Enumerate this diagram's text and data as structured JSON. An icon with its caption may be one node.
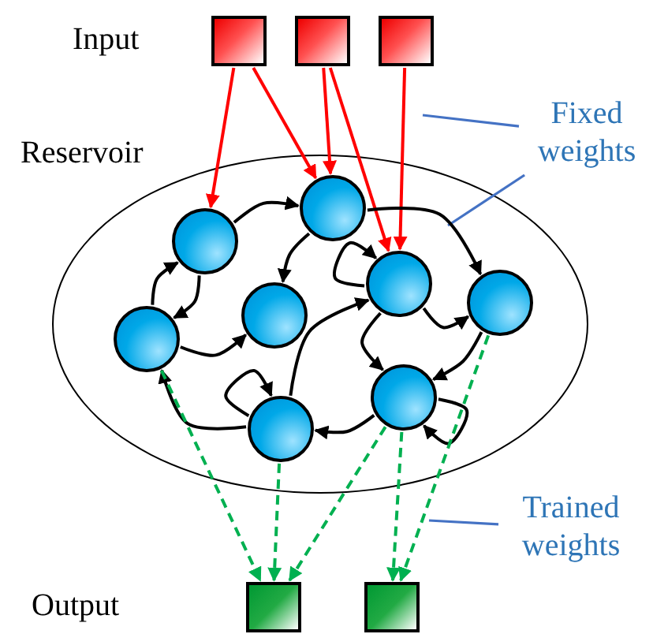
{
  "diagram": {
    "nodes": [
      {
        "text": [],
        "shape": "box"
      },
      {
        "text": [],
        "shape": "box"
      },
      {
        "text": [],
        "shape": "box"
      },
      {
        "text": [
          "Fixed weights"
        ]
      },
      {
        "text": [
          "Reservoir"
        ]
      },
      {
        "text": [],
        "shape": "circle",
        "in": 4
      },
      {
        "text": [],
        "shape": "circle",
        "in": 4
      },
      {
        "text": [],
        "shape": "circle",
        "in": 4
      },
      {
        "text": [],
        "shape": "circle",
        "in": 4
      },
      {
        "text": [],
        "shape": "circle",
        "in": 4
      },
      {
        "text": [],
        "shape": "circle",
        "in": 4
      },
      {
        "text": [],
        "shape": "circle",
        "in": 4
      },
      {
        "text": [],
        "shape": "circle",
        "in": 4
      },
      {
        "text": [
          "Trained weights"
        ]
      },
      {
        "text": [],
        "shape": "box"
      },
      {
        "text": [],
        "shape": "box"
      }
    ],
    "edges": [
      {
        "from": 0,
        "to": 5,
        "arrow": "to",
        "color": "#ff0000"
      },
      {
        "from": 0,
        "to": 6,
        "arrow": "to",
        "color": "#ff0000"
      },
      {
        "from": 1,
        "to": 6,
        "arrow": "to",
        "color": "#ff0000"
      },
      {
        "from": 1,
        "to": 8,
        "arrow": "to",
        "color": "#ff0000"
      },
      {
        "from": 2,
        "to": 8,
        "arrow": "to",
        "color": "#ff0000"
      },
      {
        "from": 3,
        "to": null,
        "arrow": "none",
        "color": "#4472c4"
      },
      {
        "from": 3,
        "to": null,
        "arrow": "none",
        "color": "#4472c4"
      },
      {
        "from": 5,
        "to": 6,
        "arrow": "to"
      },
      {
        "from": 6,
        "to": 9,
        "arrow": "to"
      },
      {
        "from": 6,
        "to": 7,
        "arrow": "to"
      },
      {
        "from": 8,
        "to": 8,
        "arrow": "to"
      },
      {
        "from": 10,
        "to": 5,
        "arrow": "to"
      },
      {
        "from": 5,
        "to": 10,
        "arrow": "to"
      },
      {
        "from": 10,
        "to": 7,
        "arrow": "to"
      },
      {
        "from": 11,
        "to": 11,
        "arrow": "to"
      },
      {
        "from": 11,
        "to": 10,
        "arrow": "to"
      },
      {
        "from": 11,
        "to": 8,
        "arrow": "to"
      },
      {
        "from": 8,
        "to": 12,
        "arrow": "to"
      },
      {
        "from": 8,
        "to": 9,
        "arrow": "to"
      },
      {
        "from": 9,
        "to": 12,
        "arrow": "to"
      },
      {
        "from": 12,
        "to": 11,
        "arrow": "to"
      },
      {
        "from": 12,
        "to": 12,
        "arrow": "to"
      },
      {
        "from": 10,
        "to": 14,
        "arrow": "to",
        "style": "dashed",
        "color": "#00b050"
      },
      {
        "from": 11,
        "to": 14,
        "arrow": "to",
        "style": "dashed",
        "color": "#00b050"
      },
      {
        "from": 12,
        "to": 14,
        "arrow": "to",
        "style": "dashed",
        "color": "#00b050"
      },
      {
        "from": 12,
        "to": 15,
        "arrow": "to",
        "style": "dashed",
        "color": "#00b050"
      },
      {
        "from": 9,
        "to": 15,
        "arrow": "to",
        "style": "dashed",
        "color": "#00b050"
      },
      {
        "from": 13,
        "to": null,
        "arrow": "none",
        "color": "#4472c4"
      }
    ],
    "labels": [
      "Input",
      "Output"
    ]
  }
}
